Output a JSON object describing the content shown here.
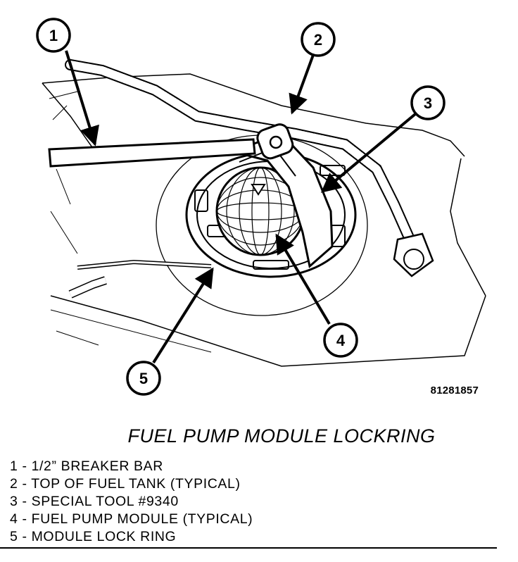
{
  "figure": {
    "drawing_id": "81281857",
    "caption": "FUEL PUMP MODULE LOCKRING",
    "callouts": [
      "1",
      "2",
      "3",
      "4",
      "5"
    ]
  },
  "legend": [
    {
      "num": "1",
      "text": "1/2” BREAKER BAR"
    },
    {
      "num": "2",
      "text": "TOP OF FUEL TANK (TYPICAL)"
    },
    {
      "num": "3",
      "text": "SPECIAL TOOL #9340"
    },
    {
      "num": "4",
      "text": "FUEL PUMP MODULE (TYPICAL)"
    },
    {
      "num": "5",
      "text": "MODULE LOCK RING"
    }
  ]
}
